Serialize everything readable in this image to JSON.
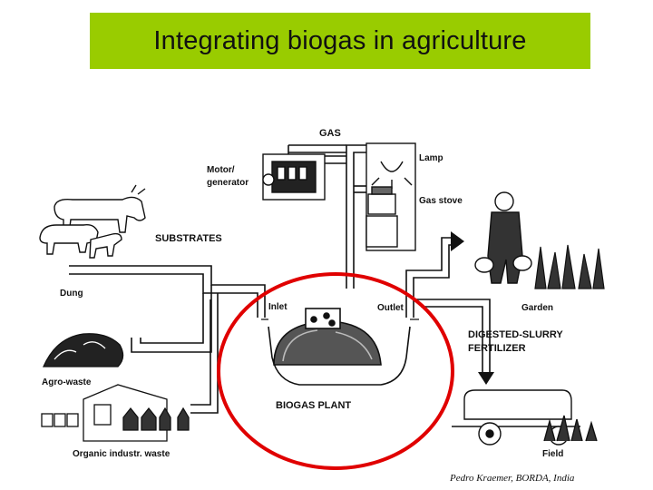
{
  "slide": {
    "title": "Integrating biogas in agriculture",
    "credit": "Pedro Kraemer, BORDA, India"
  },
  "diagram": {
    "labels": {
      "gas": "GAS",
      "motor": "Motor/",
      "generator": "generator",
      "lamp": "Lamp",
      "gas_stove": "Gas stove",
      "substrates": "SUBSTRATES",
      "dung": "Dung",
      "agro_waste": "Agro-waste",
      "organic_industr_waste": "Organic industr. waste",
      "inlet": "Inlet",
      "outlet": "Outlet",
      "biogas_plant": "BIOGAS PLANT",
      "garden": "Garden",
      "digested_slurry": "DIGESTED-SLURRY",
      "fertilizer": "FERTILIZER",
      "field": "Field"
    },
    "highlight_color": "#e00000"
  }
}
